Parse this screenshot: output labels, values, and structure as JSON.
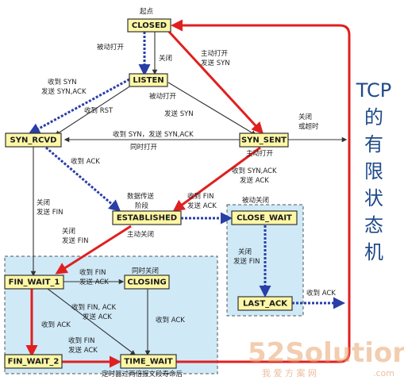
{
  "states": {
    "closed": "CLOSED",
    "listen": "LISTEN",
    "syn_rcvd": "SYN_RCVD",
    "syn_sent": "SYN_SENT",
    "established": "ESTABLISHED",
    "close_wait": "CLOSE_WAIT",
    "last_ack": "LAST_ACK",
    "fin_wait_1": "FIN_WAIT_1",
    "closing": "CLOSING",
    "fin_wait_2": "FIN_WAIT_2",
    "time_wait": "TIME_WAIT"
  },
  "labels": {
    "start": "起点",
    "passive_open": "被动打开",
    "close_listen": "关闭",
    "active_open_1": "主动打开",
    "active_open_2": "发送 SYN",
    "rcv_syn_1": "收到 SYN",
    "rcv_syn_2": "发送 SYN,ACK",
    "rcv_rst": "收到 RST",
    "passive_open_2": "被动打开",
    "send_syn": "发送 SYN",
    "close_timeout_1": "关闭",
    "close_timeout_2": "或超时",
    "simul_open_1": "收到 SYN，发送 SYN,ACK",
    "simul_open_2": "同时打开",
    "active_open_3": "主动打开",
    "rcv_ack_1": "收到 ACK",
    "rcv_synack_1": "收到 SYN,ACK",
    "rcv_synack_2": "发送 ACK",
    "data_1": "数据传送",
    "data_2": "阶段",
    "rcv_fin_1": "收到 FIN",
    "rcv_fin_2": "发送 ACK",
    "passive_close": "被动关闭",
    "close_finrcvd_1": "关闭",
    "close_finrcvd_2": "发送 FIN",
    "close_est_1": "关闭",
    "close_est_2": "发送 FIN",
    "active_close": "主动关闭",
    "cw_close_1": "关闭",
    "cw_close_2": "发送 FIN",
    "rcv_ack_lastack": "收到 ACK",
    "fw1_rcv_fin_1": "收到 FIN",
    "fw1_rcv_fin_2": "发送 ACK",
    "simul_close": "同时关闭",
    "fw1_finack_1": "收到 FIN, ACK",
    "fw1_finack_2": "发送 ACK",
    "rcv_ack_fw1": "收到 ACK",
    "rcv_ack_closing": "收到 ACK",
    "fw2_rcv_fin_1": "收到 FIN",
    "fw2_rcv_fin_2": "发送 ACK",
    "timeout_note": "定时器过两倍报文段寿命后"
  },
  "side_title": [
    "TCP",
    "的",
    "有",
    "限",
    "状",
    "态",
    "机"
  ],
  "watermark": {
    "main": "52Solution",
    "sub": "我 爱 方 案 网",
    "domain": ".com"
  },
  "colors": {
    "state_fill": "#fdf7a6",
    "red_path": "#e02020",
    "blue_path": "#2a3ea8",
    "region_fill": "#cfe9f7",
    "title_blue": "#1f4a8a"
  }
}
